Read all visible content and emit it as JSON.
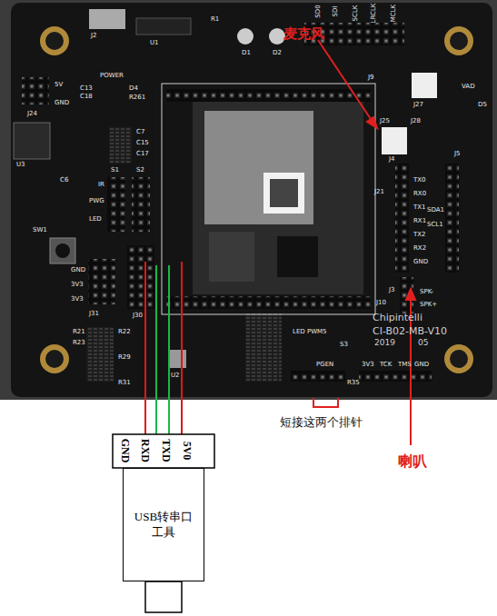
{
  "diagram": {
    "nodes": [
      {
        "text": [
          "USB转串口工具"
        ]
      }
    ],
    "labels": [
      "5V",
      "GND",
      "J24",
      "J2",
      "U1",
      "R1",
      "D1",
      "D2",
      "POWER",
      "C13",
      "C18",
      "D4",
      "R261",
      "U3",
      "C7",
      "C15",
      "C17",
      "C6",
      "S1",
      "S2",
      "IR",
      "PWG",
      "LED",
      "SW1",
      "GND",
      "3V3",
      "3V3",
      "J31",
      "J30",
      "R21",
      "R22",
      "R23",
      "R29",
      "R31",
      "LED PWM5",
      "S3",
      "PGEN",
      "R35",
      "3V3",
      "TCK",
      "TMS",
      "GND",
      "J3",
      "SPK-",
      "SPK+",
      "Chipintelli",
      "CI-B02-MB-V10",
      "2019",
      "05",
      "TX0",
      "RX0",
      "TX1",
      "RX1",
      "TX2",
      "RX2",
      "GND",
      "SDA1",
      "SCL1",
      "J5",
      "J4",
      "J25",
      "J28",
      "J27",
      "J9",
      "VAD",
      "D5",
      "SD0",
      "SDI",
      "SCLK",
      "LRCLK",
      "MCLK",
      "J21",
      "J10",
      "U2",
      "麦克风",
      "短接这两个排针",
      "喇叭",
      "GND",
      "RXD",
      "TXD",
      "5V0"
    ]
  }
}
